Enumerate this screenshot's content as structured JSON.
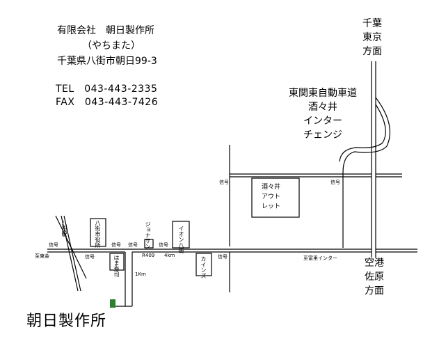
{
  "company": {
    "name": "有限会社　朝日製作所",
    "reading": "（やちまた）",
    "address": "千葉県八街市朝日99-3",
    "tel": "TEL　043-443-2335",
    "fax": "FAX　043-443-7426"
  },
  "directions": {
    "north_top": [
      "千葉",
      "東京",
      "方面"
    ],
    "interchange": [
      "東関東自動車道",
      "酒々井",
      "インター",
      "チェンジ"
    ],
    "southeast": [
      "空港",
      "佐原",
      "方面"
    ]
  },
  "labels": {
    "signal": "信号",
    "outlet": [
      "酒々井",
      "アウト",
      "レット"
    ],
    "station": "八街駅",
    "city_office": "八街市役所",
    "jonathan": "ジョナサン",
    "aeon": "イオン八街",
    "hama_sushi": "はま寿司",
    "cainz": "カインズ",
    "route": "R409",
    "km4": "4km",
    "km1": "1Km",
    "to_togane": "至東金",
    "to_tomisato": "至富里インター"
  },
  "map_title": "朝日製作所",
  "colors": {
    "lines": "#000000",
    "marker": "#2e7d32"
  }
}
